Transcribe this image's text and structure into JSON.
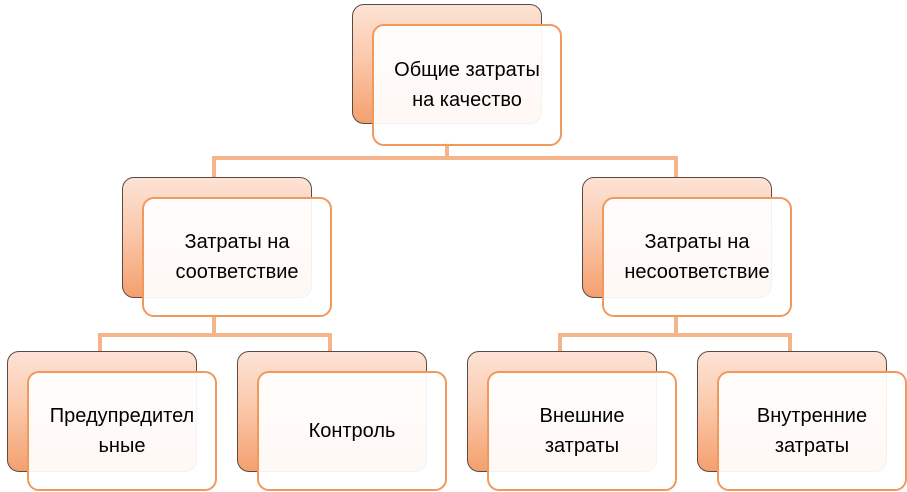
{
  "diagram": {
    "root": {
      "label": "Общие затраты\nна качество"
    },
    "left": {
      "label": "Затраты на\nсоответствие"
    },
    "right": {
      "label": "Затраты на\nнесоответствие"
    },
    "leaves": [
      {
        "label": "Предупредител\nьные"
      },
      {
        "label": "Контроль"
      },
      {
        "label": "Внешние\nзатраты"
      },
      {
        "label": "Внутренние\nзатраты"
      }
    ]
  },
  "colors": {
    "connector": "#f6b48a",
    "front_border": "#ef9a5c",
    "back_fill_top": "#fde3d6",
    "back_fill_bottom": "#f4a06f"
  }
}
